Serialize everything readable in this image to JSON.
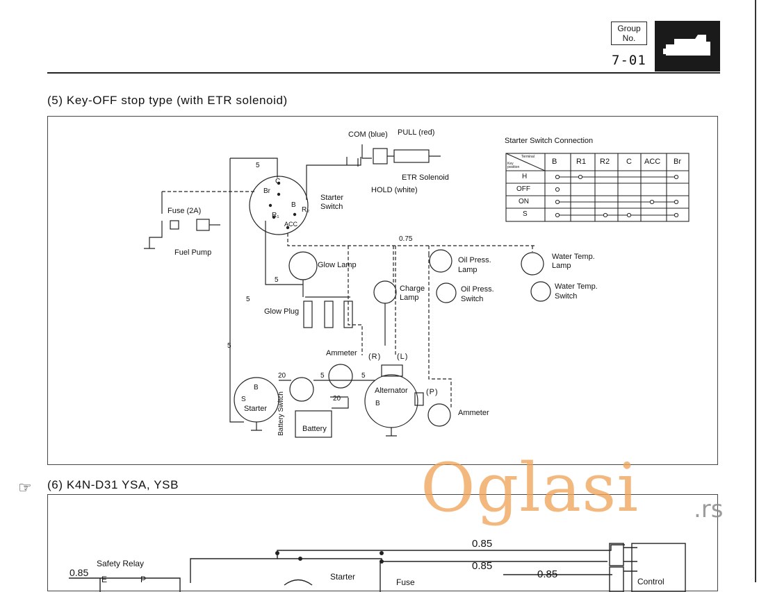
{
  "header": {
    "group_label": "Group",
    "no_label": "No.",
    "group_code": "7-01"
  },
  "section5": {
    "heading": "(5)  Key-OFF stop type (with ETR solenoid)",
    "labels": {
      "com": "COM (blue)",
      "pull": "PULL (red)",
      "etr": "ETR Solenoid",
      "hold": "HOLD (white)",
      "starter_switch_1": "Starter",
      "starter_switch_2": "Switch",
      "fuse": "Fuse (2A)",
      "fuel_pump": "Fuel Pump",
      "glow_lamp": "Glow Lamp",
      "glow_plug": "Glow Plug",
      "charge_lamp_1": "Charge",
      "charge_lamp_2": "Lamp",
      "oil_lamp_1": "Oil Press.",
      "oil_lamp_2": "Lamp",
      "oil_switch_1": "Oil Press.",
      "oil_switch_2": "Switch",
      "water_lamp_1": "Water Temp.",
      "water_lamp_2": "Lamp",
      "water_switch_1": "Water Temp.",
      "water_switch_2": "Switch",
      "ammeter_top": "Ammeter",
      "ammeter_right": "Ammeter",
      "starter": "Starter",
      "battery_switch": "Battery Switch",
      "battery": "Battery",
      "alternator": "Alternator",
      "r_term": "(R)",
      "l_term": "(L)",
      "p_term": "(P)",
      "w_075": "0.75",
      "w_5a": "5",
      "w_5b": "5",
      "w_5c": "5",
      "w_5d": "5",
      "w_5e": "5",
      "w_5f": "5",
      "w_20a": "20",
      "w_20b": "20",
      "t_c": "C",
      "t_br": "Br",
      "t_b": "B",
      "t_r1": "R₁",
      "t_r2": "R₂",
      "t_acc": "ACC",
      "st_b": "B",
      "st_s": "S",
      "alt_b": "B"
    },
    "table": {
      "title": "Starter Switch Connection",
      "corner_top": "Terminal",
      "corner_bottom": "Key position",
      "columns": [
        "B",
        "R1",
        "R2",
        "C",
        "ACC",
        "Br"
      ],
      "rows": [
        "H",
        "OFF",
        "ON",
        "S"
      ]
    }
  },
  "section6": {
    "heading": "(6)  K4N-D31 YSA, YSB",
    "labels": {
      "w_085a": "0.85",
      "w_085b": "0.85",
      "w_085c": "0.85",
      "w_085d": "0.85",
      "safety_relay": "Safety Relay",
      "e": "E",
      "p": "P",
      "starter": "Starter",
      "fuse": "Fuse",
      "control": "Control"
    }
  },
  "watermark": {
    "text": "Oglasi",
    "suffix": ".rs"
  }
}
